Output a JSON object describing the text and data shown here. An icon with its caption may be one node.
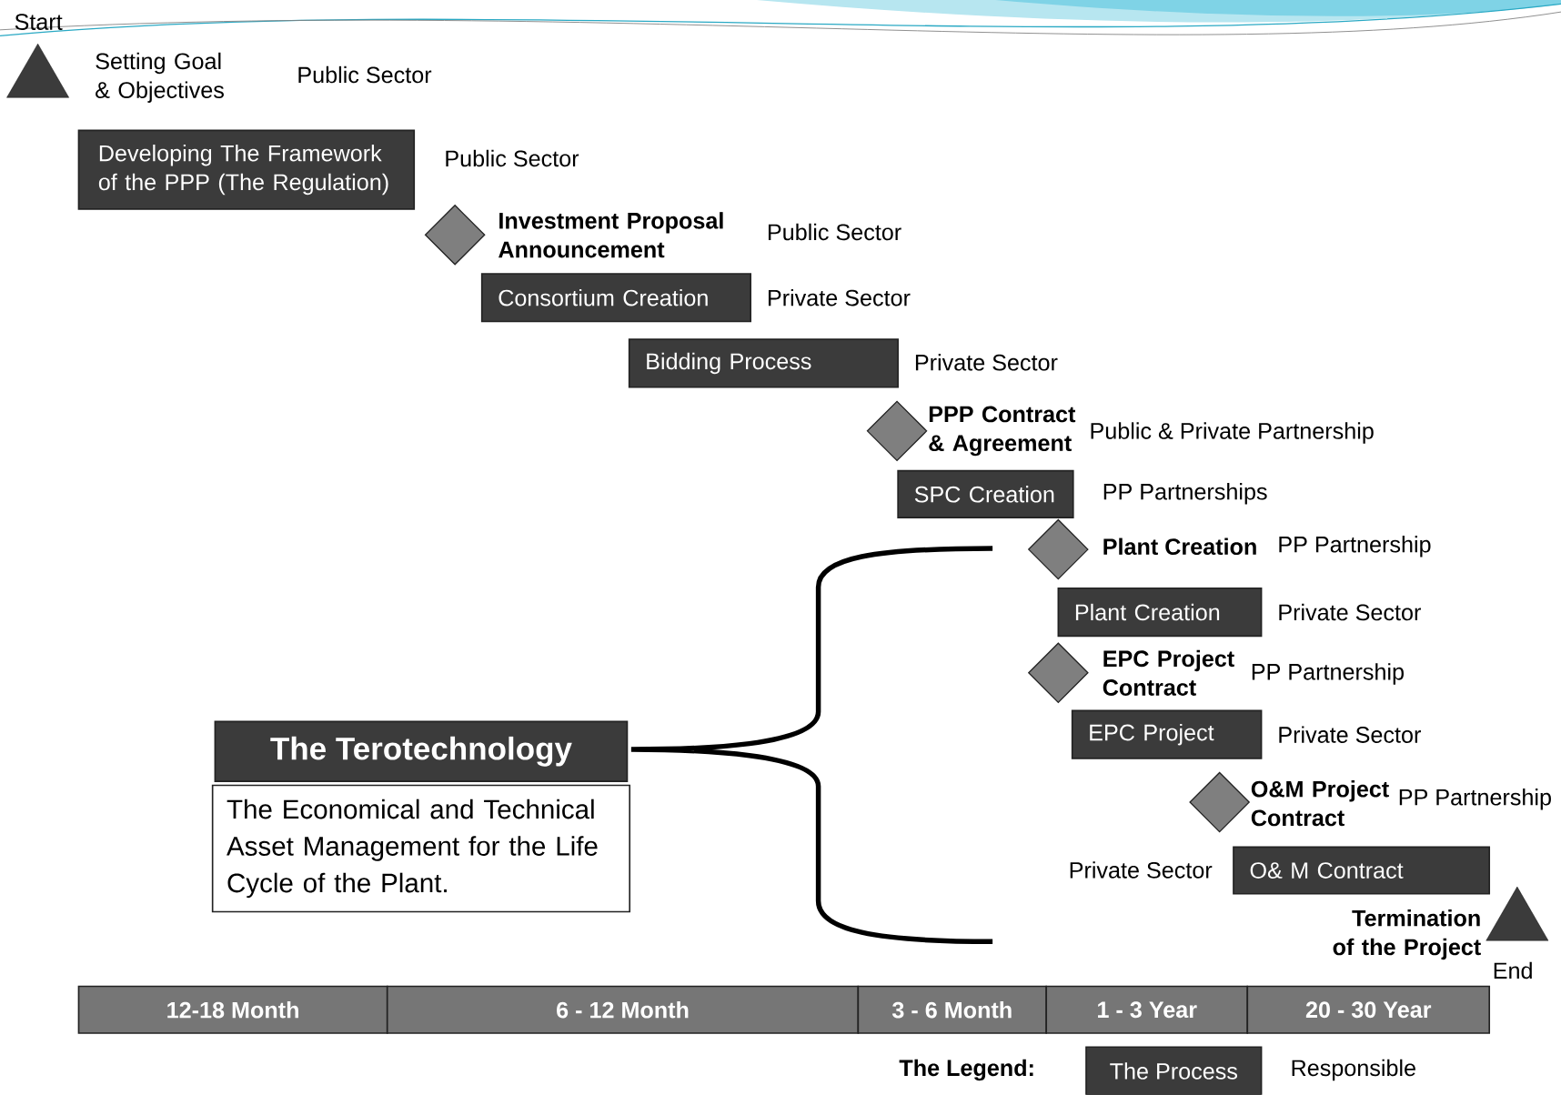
{
  "diagram": {
    "nodes": [
      {
        "text": [],
        "shape": "triangle",
        "beside": [
          "Start",
          "Setting Goal & Objectives",
          "Public Sector"
        ]
      },
      {
        "text": [
          "Developing The Framework of the PPP (The Regulation)"
        ],
        "beside": [
          "Public Sector"
        ]
      },
      {
        "text": [],
        "shape": "diamond",
        "beside": [
          "Investment Proposal Announcement",
          "Public Sector"
        ]
      },
      {
        "text": [
          "Consortium Creation"
        ],
        "beside": [
          "Private Sector"
        ]
      },
      {
        "text": [
          "Bidding Process"
        ],
        "beside": [
          "Private Sector"
        ]
      },
      {
        "text": [],
        "shape": "diamond",
        "beside": [
          "PPP Contract & Agreement",
          "Public & Private Partnership"
        ]
      },
      {
        "text": [
          "SPC Creation"
        ],
        "beside": [
          "PP Partnerships"
        ]
      },
      {
        "text": [],
        "shape": "diamond",
        "beside": [
          "Plant Creation",
          "PP Partnership"
        ]
      },
      {
        "text": [
          "Plant Creation"
        ],
        "beside": [
          "Private Sector"
        ]
      },
      {
        "text": [],
        "shape": "diamond",
        "beside": [
          "EPC Project Contract",
          "PP Partnership"
        ]
      },
      {
        "text": [
          "EPC Project"
        ],
        "beside": [
          "Private Sector"
        ]
      },
      {
        "text": [],
        "shape": "diamond",
        "beside": [
          "O&M Project Contract",
          "PP Partnership"
        ]
      },
      {
        "text": [
          "O& M Contract"
        ],
        "beside": [
          "Private Sector"
        ]
      },
      {
        "text": [],
        "shape": "triangle",
        "beside": [
          "Termination of the Project",
          "End"
        ]
      },
      {
        "text": [
          "The Terotechnology"
        ]
      },
      {
        "text": [
          "The Economical and Technical Asset Management for the Life Cycle of the Plant."
        ]
      },
      {
        "text": [
          "12-18 Month"
        ]
      },
      {
        "text": [
          "6 - 12 Month"
        ]
      },
      {
        "text": [
          "3 - 6 Month"
        ]
      },
      {
        "text": [
          "1 - 3 Year"
        ]
      },
      {
        "text": [
          "20 - 30 Year"
        ]
      }
    ],
    "labels": [
      "The Legend:"
    ],
    "legend": [
      {
        "text": "The Process",
        "color": "#3b3b3b"
      },
      {
        "text": "Responsible"
      }
    ]
  }
}
